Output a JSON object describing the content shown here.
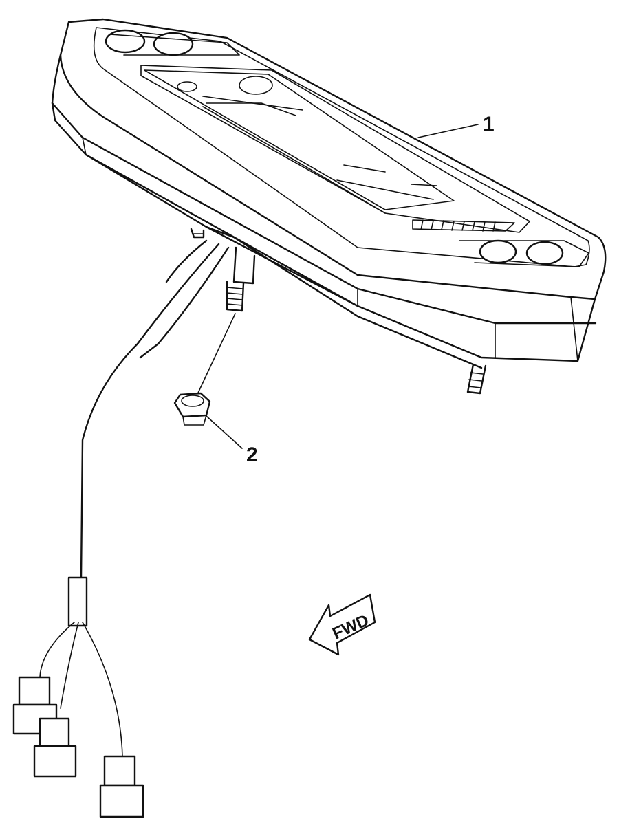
{
  "callouts": [
    {
      "id": "1",
      "label": "1"
    },
    {
      "id": "2",
      "label": "2"
    }
  ],
  "direction_indicator": {
    "label": "FWD"
  }
}
